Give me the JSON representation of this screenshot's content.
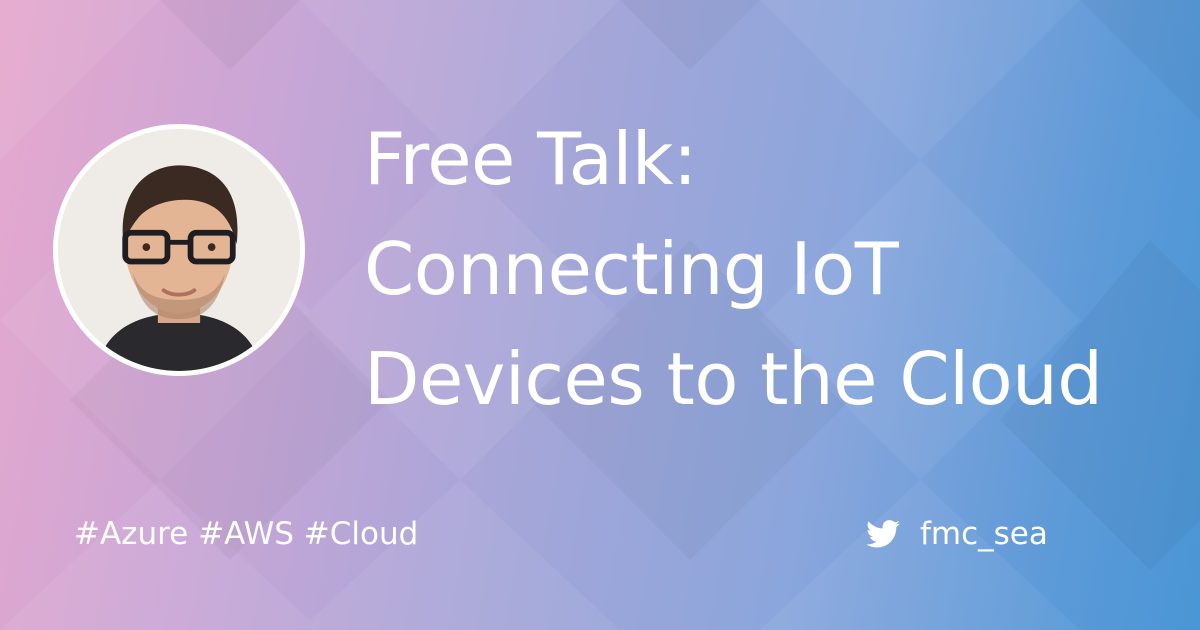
{
  "talk": {
    "title_lines": [
      "Free Talk:",
      "Connecting IoT",
      "Devices to the Cloud"
    ]
  },
  "tags": "#Azure #AWS #Cloud",
  "social": {
    "handle": "fmc_sea",
    "icon": "twitter-bird-icon"
  },
  "colors": {
    "gradient_left": "#e6a8ce",
    "gradient_right": "#4a96d6",
    "text": "#ffffff",
    "avatar_border": "#ffffff"
  }
}
